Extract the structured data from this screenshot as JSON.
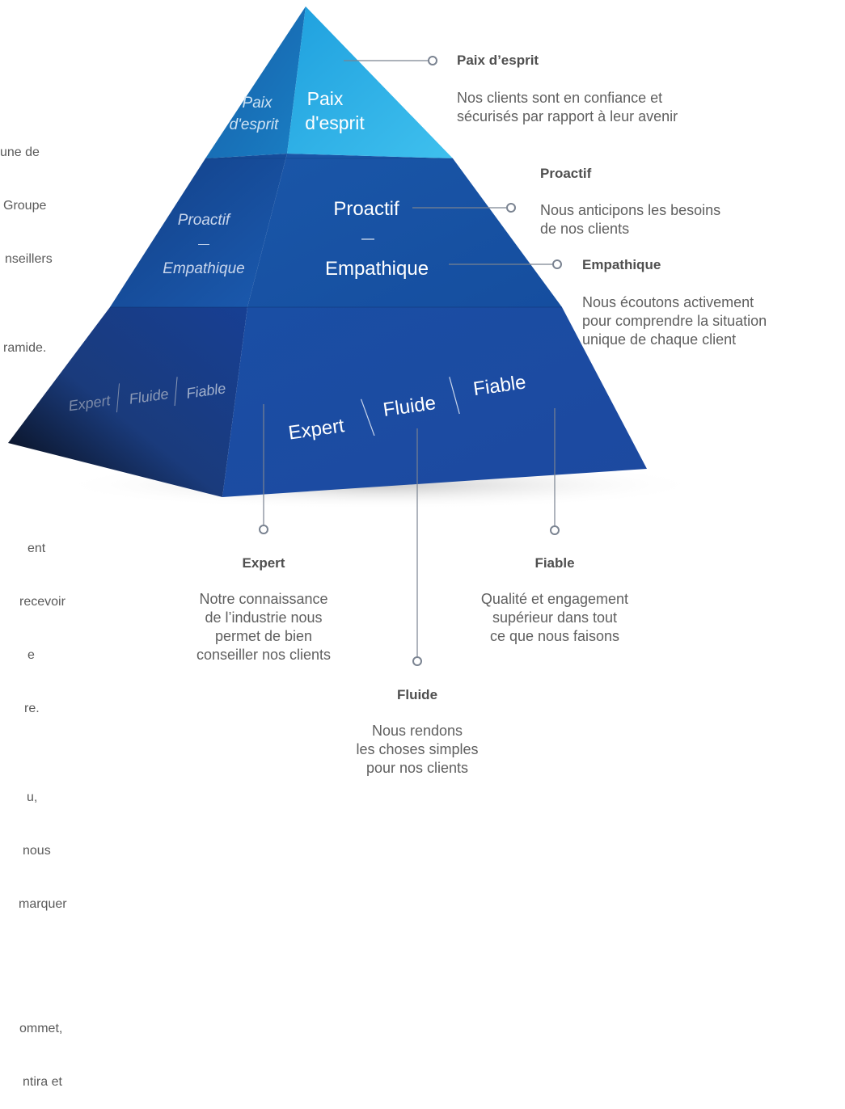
{
  "left_text_fragments": {
    "top": [
      "une de",
      "Groupe",
      "nseillers",
      "",
      "ramide."
    ],
    "bottom": [
      "ent",
      "recevoir",
      "e",
      "re.",
      "",
      "u,",
      "nous",
      "marquer",
      "",
      "",
      "ommet,",
      "ntira et"
    ]
  },
  "pyramid": {
    "top_left": [
      "Paix",
      "d'esprit"
    ],
    "top_right": [
      "Paix",
      "d'esprit"
    ],
    "middle_left": [
      "Proactif",
      "—",
      "Empathique"
    ],
    "middle_right_title": "Proactif",
    "middle_right_dash": "—",
    "middle_right_sub": "Empathique",
    "bottom_left": [
      "Expert",
      "Fluide",
      "Fiable"
    ],
    "bottom_right": [
      "Expert",
      "Fluide",
      "Fiable"
    ]
  },
  "callouts": {
    "paix": {
      "title": "Paix d’esprit",
      "desc": [
        "Nos clients sont en confiance et",
        "sécurisés par rapport à leur avenir"
      ]
    },
    "proactif": {
      "title": "Proactif",
      "desc": [
        "Nous anticipons les besoins",
        "de nos clients"
      ]
    },
    "empathique": {
      "title": "Empathique",
      "desc": [
        "Nous écoutons activement",
        "pour comprendre la situation",
        "unique de chaque client"
      ]
    },
    "expert": {
      "title": "Expert",
      "desc": [
        "Notre connaissance",
        "de l’industrie nous",
        "permet de bien",
        "conseiller nos clients"
      ]
    },
    "fiable": {
      "title": "Fiable",
      "desc": [
        "Qualité et engagement",
        "supérieur dans tout",
        "ce que nous faisons"
      ]
    },
    "fluide": {
      "title": "Fluide",
      "desc": [
        "Nous rendons",
        "les choses simples",
        "pour nos clients"
      ]
    }
  },
  "colors": {
    "tier_top": "#3cb4e6",
    "tier_mid": "#1e5cb0",
    "tier_bottom": "#1b4aa0",
    "connector": "#7a8391"
  }
}
